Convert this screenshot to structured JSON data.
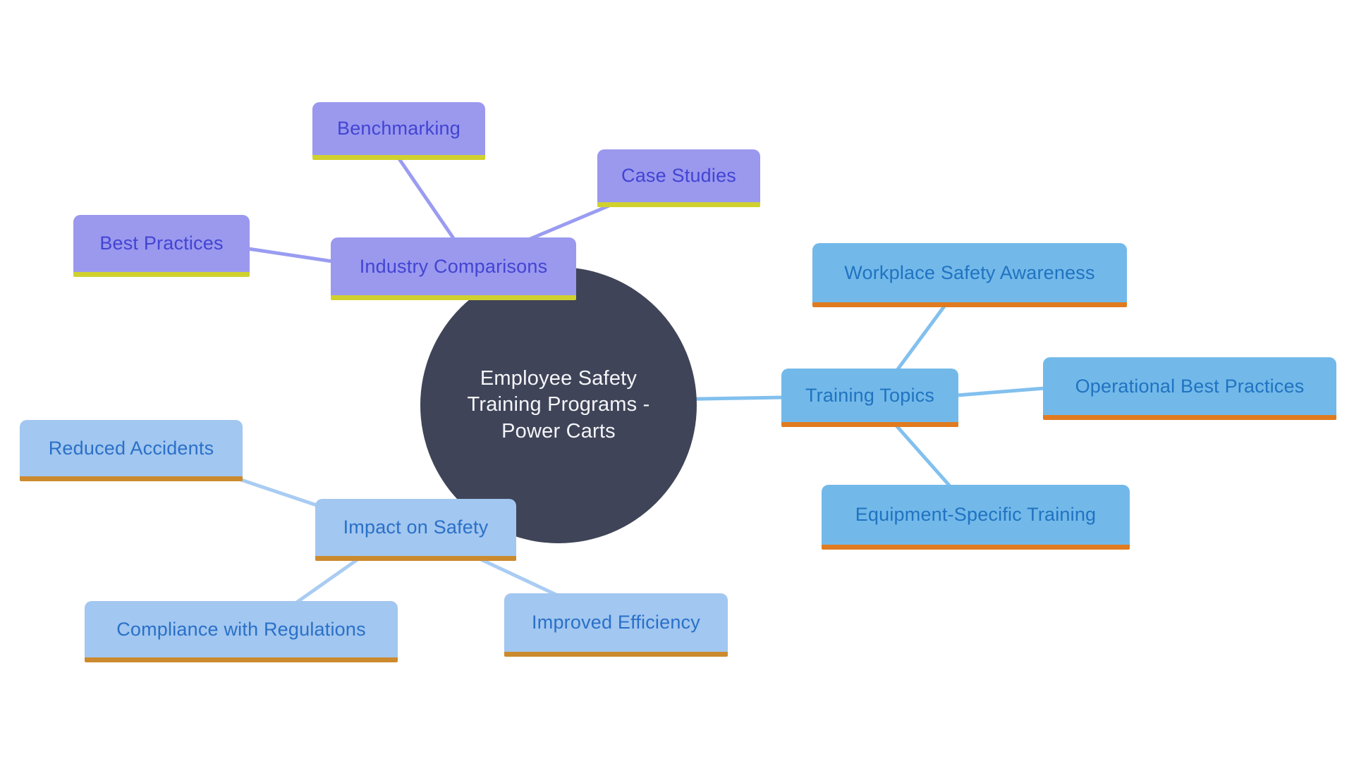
{
  "diagram": {
    "type": "mind-map",
    "center": {
      "label": "Employee Safety Training Programs - Power Carts"
    }
  },
  "nodes": {
    "industry_comparisons": {
      "label": "Industry Comparisons"
    },
    "benchmarking": {
      "label": "Benchmarking"
    },
    "case_studies": {
      "label": "Case Studies"
    },
    "best_practices": {
      "label": "Best Practices"
    },
    "training_topics": {
      "label": "Training Topics"
    },
    "workplace_safety_awareness": {
      "label": "Workplace Safety Awareness"
    },
    "operational_best_practices": {
      "label": "Operational Best Practices"
    },
    "equipment_specific_training": {
      "label": "Equipment-Specific Training"
    },
    "impact_on_safety": {
      "label": "Impact on Safety"
    },
    "reduced_accidents": {
      "label": "Reduced Accidents"
    },
    "compliance_with_regulations": {
      "label": "Compliance with Regulations"
    },
    "improved_efficiency": {
      "label": "Improved Efficiency"
    }
  },
  "branches": [
    {
      "parent": "Industry Comparisons",
      "children": [
        "Benchmarking",
        "Case Studies",
        "Best Practices"
      ]
    },
    {
      "parent": "Training Topics",
      "children": [
        "Workplace Safety Awareness",
        "Operational Best Practices",
        "Equipment-Specific Training"
      ]
    },
    {
      "parent": "Impact on Safety",
      "children": [
        "Reduced Accidents",
        "Compliance with Regulations",
        "Improved Efficiency"
      ]
    }
  ],
  "colors": {
    "background": "#ffffff",
    "center_fill": "#3f4458",
    "center_text": "#f4f5f8",
    "purple_fill": "#9a99ee",
    "purple_underline": "#d0d12f",
    "purple_text": "#4344d3",
    "purple_connector": "#9a9cf1",
    "blue_fill": "#72b9ea",
    "blue_underline": "#e07b20",
    "blue_text": "#2173c0",
    "blue_connector": "#82c0ee",
    "lightblue_fill": "#a2c7f0",
    "lightblue_underline": "#cc8a2e",
    "lightblue_text": "#2a70c8",
    "lightblue_connector": "#a9ccf3"
  }
}
